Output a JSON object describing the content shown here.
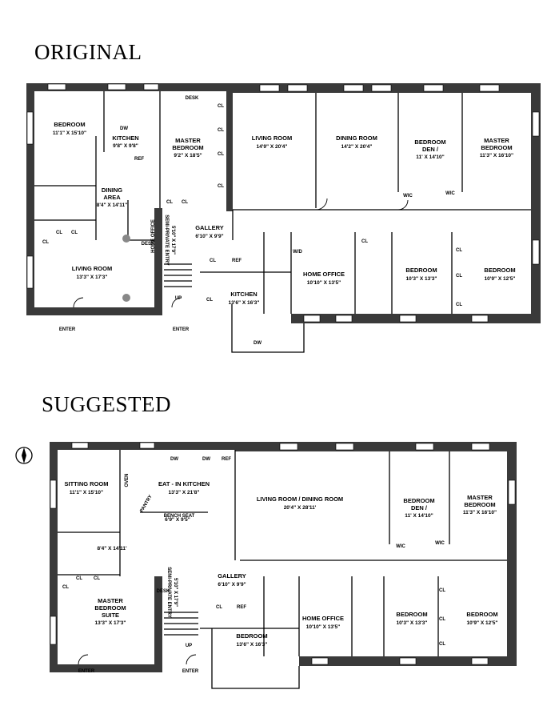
{
  "titles": {
    "original": "ORIGINAL",
    "suggested": "SUGGESTED"
  },
  "original": {
    "rooms": [
      {
        "id": "bedroom-west",
        "name": "BEDROOM",
        "dims": "11'1\" X 15'10\""
      },
      {
        "id": "kitchen-west",
        "name": "KITCHEN",
        "dims": "9'8\" X 9'8\""
      },
      {
        "id": "master-bedroom-west",
        "name": "MASTER\nBEDROOM",
        "dims": "9'2\" X 18'5\""
      },
      {
        "id": "dining-area",
        "name": "DINING\nAREA",
        "dims": "8'4\" X 14'11\""
      },
      {
        "id": "living-room-west",
        "name": "LIVING ROOM",
        "dims": "13'3\" X 17'3\""
      },
      {
        "id": "living-room-east",
        "name": "LIVING ROOM",
        "dims": "14'9\" X 20'4\""
      },
      {
        "id": "dining-room",
        "name": "DINING ROOM",
        "dims": "14'2\" X 20'4\""
      },
      {
        "id": "bedroom-den",
        "name": "BEDROOM\nDEN /",
        "dims": "11' X 14'10\""
      },
      {
        "id": "master-bedroom-east",
        "name": "MASTER\nBEDROOM",
        "dims": "11'3\" X 16'10\""
      },
      {
        "id": "gallery",
        "name": "GALLERY",
        "dims": "6'10\" X 9'9\""
      },
      {
        "id": "kitchen-east",
        "name": "KITCHEN",
        "dims": "13'6\" X 16'3\""
      },
      {
        "id": "home-office",
        "name": "HOME OFFICE",
        "dims": "10'10\" X 13'5\""
      },
      {
        "id": "bedroom-mid",
        "name": "BEDROOM",
        "dims": "10'3\" X 13'3\""
      },
      {
        "id": "bedroom-east",
        "name": "BEDROOM",
        "dims": "10'9\" X 12'5\""
      }
    ],
    "labels": {
      "desk_top": "DESK",
      "desk_side": "DESK",
      "home_office_vert": "HOME OFFICE",
      "entry_vert": "SEMI-PRIVATE ENTRY",
      "entry_dims": "5'10\" X 17'9\"",
      "dw": "DW",
      "ref": "REF",
      "cl": "CL",
      "wic": "WIC",
      "wd": "W/D",
      "up": "UP",
      "enter": "ENTER"
    }
  },
  "suggested": {
    "rooms": [
      {
        "id": "sitting-room",
        "name": "SITTING ROOM",
        "dims": "11'1\" X 15'10\""
      },
      {
        "id": "eat-in-kitchen",
        "name": "EAT - IN KITCHEN",
        "dims": "13'3\" X 21'8\""
      },
      {
        "id": "living-dining",
        "name": "LIVING ROOM / DINING ROOM",
        "dims": "20'4\" X 28'11'"
      },
      {
        "id": "bedroom-den",
        "name": "BEDROOM\nDEN /",
        "dims": "11' X 14'10\""
      },
      {
        "id": "master-bedroom",
        "name": "MASTER\nBEDROOM",
        "dims": "11'3\" X 16'10\""
      },
      {
        "id": "hall",
        "name": "",
        "dims": "8'4\" X 14'11'"
      },
      {
        "id": "nook",
        "name": "",
        "dims": "6'9\" X 9'5\""
      },
      {
        "id": "master-suite",
        "name": "MASTER\nBEDROOM\nSUITE",
        "dims": "13'3\" X 17'3\""
      },
      {
        "id": "gallery",
        "name": "GALLERY",
        "dims": "6'10\" X 9'9\""
      },
      {
        "id": "bedroom-south",
        "name": "BEDROOM",
        "dims": "13'6\" X 16'3\""
      },
      {
        "id": "home-office",
        "name": "HOME OFFICE",
        "dims": "10'10\" X 13'5\""
      },
      {
        "id": "bedroom-mid",
        "name": "BEDROOM",
        "dims": "10'3\" X 13'3\""
      },
      {
        "id": "bedroom-east",
        "name": "BEDROOM",
        "dims": "10'9\" X 12'5\""
      }
    ],
    "labels": {
      "oven": "OVEN",
      "pantry": "PANTRY",
      "bench_seat": "BENCH SEAT",
      "desk": "DESK",
      "entry_vert": "SEMI-PRIVATE ENTRY",
      "entry_dims": "5'10\" X 17'9\"",
      "dw": "DW",
      "ref": "REF",
      "cl": "CL",
      "wic": "WIC",
      "up": "UP",
      "enter": "ENTER"
    }
  }
}
